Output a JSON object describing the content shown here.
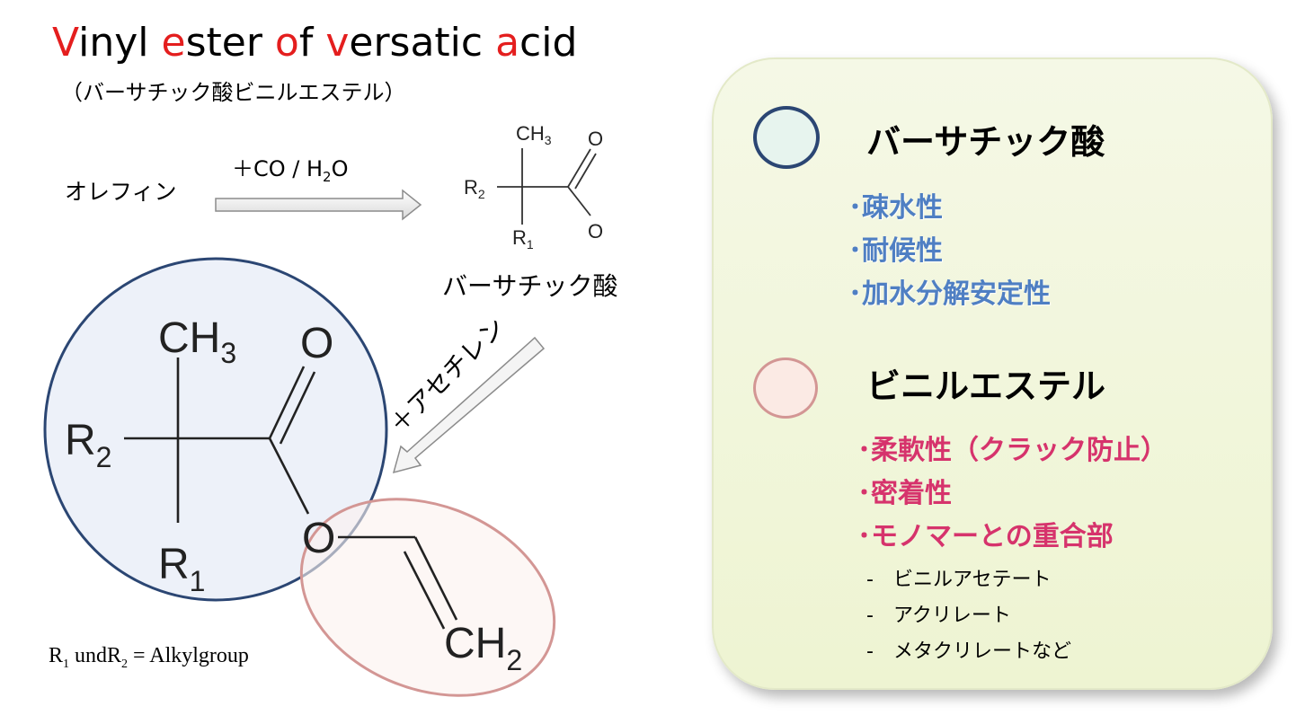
{
  "title": {
    "parts": [
      {
        "text": "V",
        "hl": true
      },
      {
        "text": "inyl ",
        "hl": false
      },
      {
        "text": "e",
        "hl": true
      },
      {
        "text": "ster ",
        "hl": false
      },
      {
        "text": "o",
        "hl": true
      },
      {
        "text": "f ",
        "hl": false
      },
      {
        "text": "v",
        "hl": true
      },
      {
        "text": "ersatic ",
        "hl": false
      },
      {
        "text": "a",
        "hl": true
      },
      {
        "text": "cid",
        "hl": false
      }
    ],
    "highlight_color": "#e41e1e"
  },
  "subtitle": "（バーサチック酸ビニルエステル）",
  "reaction": {
    "olefin": "オレフィン",
    "reagent_main": "＋CO / H",
    "reagent_sub": "2",
    "reagent_tail": "O",
    "product_label": "バーサチック酸",
    "acetylene_step": "＋アセチレン"
  },
  "small_molecule": {
    "ch": "CH",
    "ch_sub": "3",
    "o_top": "O",
    "o_bottom": "O",
    "r2": "R",
    "r2_sub": "2",
    "r1": "R",
    "r1_sub": "1"
  },
  "big_molecule": {
    "ch": "CH",
    "ch_sub": "3",
    "o_top": "O",
    "o_bottom": "O",
    "r2": "R",
    "r2_sub": "2",
    "r1": "R",
    "r1_sub": "1",
    "ch2": "CH",
    "ch2_sub": "2"
  },
  "alkyl_note": {
    "r1": "R",
    "r1_sub": "1",
    "mid": " undR",
    "r2_sub": "2",
    "tail": " = Alkylgroup"
  },
  "panel": {
    "acid": {
      "heading": "バーサチック酸",
      "properties": [
        "･疎水性",
        "･耐候性",
        "･加水分解安定性"
      ]
    },
    "vinyl": {
      "heading": "ビニルエステル",
      "properties": [
        "･柔軟性（クラック防止）",
        "･密着性",
        "･モノマーとの重合部"
      ],
      "monomers": [
        "-　ビニルアセテート",
        "-　アクリレート",
        "-　メタクリレートなど"
      ]
    }
  },
  "colors": {
    "acid_circle_border": "#2b4673",
    "acid_circle_fill": "#edf1f9",
    "vinyl_circle_border": "#d39694",
    "vinyl_circle_fill": "#fbf1ef",
    "acid_property_text": "#4f7fc3",
    "vinyl_property_text": "#d6336c"
  }
}
